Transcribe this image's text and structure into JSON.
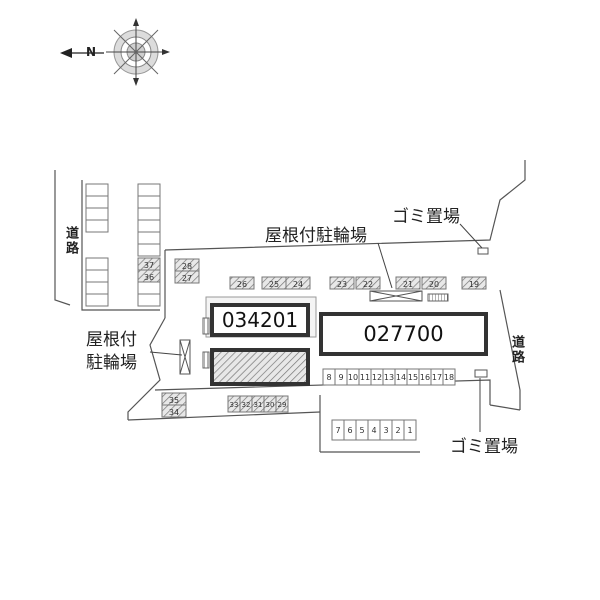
{
  "compass": {
    "north_label": "N",
    "direction": "left"
  },
  "labels": {
    "road_left": "道路",
    "road_right": "道路",
    "covered_bike_top": "屋根付駐輪場",
    "covered_bike_left_line1": "屋根付",
    "covered_bike_left_line2": "駐輪場",
    "garbage_top": "ゴミ置場",
    "garbage_bottom": "ゴミ置場"
  },
  "buildings": {
    "small": "034201",
    "large": "027700"
  },
  "parking": {
    "top_row": [
      "26",
      "25",
      "24",
      "23",
      "22",
      "21",
      "20",
      "19"
    ],
    "left_col_top": [
      "28",
      "27"
    ],
    "left_col_mid": [
      "37",
      "36"
    ],
    "left_bottom": [
      "35",
      "34"
    ],
    "bottom_hatched": [
      "33",
      "32",
      "31",
      "30",
      "29"
    ],
    "lower_row": [
      "8",
      "9",
      "10",
      "11",
      "12",
      "13",
      "14",
      "15",
      "16",
      "17",
      "18"
    ],
    "bottom_row": [
      "7",
      "6",
      "5",
      "4",
      "3",
      "2",
      "1"
    ]
  }
}
